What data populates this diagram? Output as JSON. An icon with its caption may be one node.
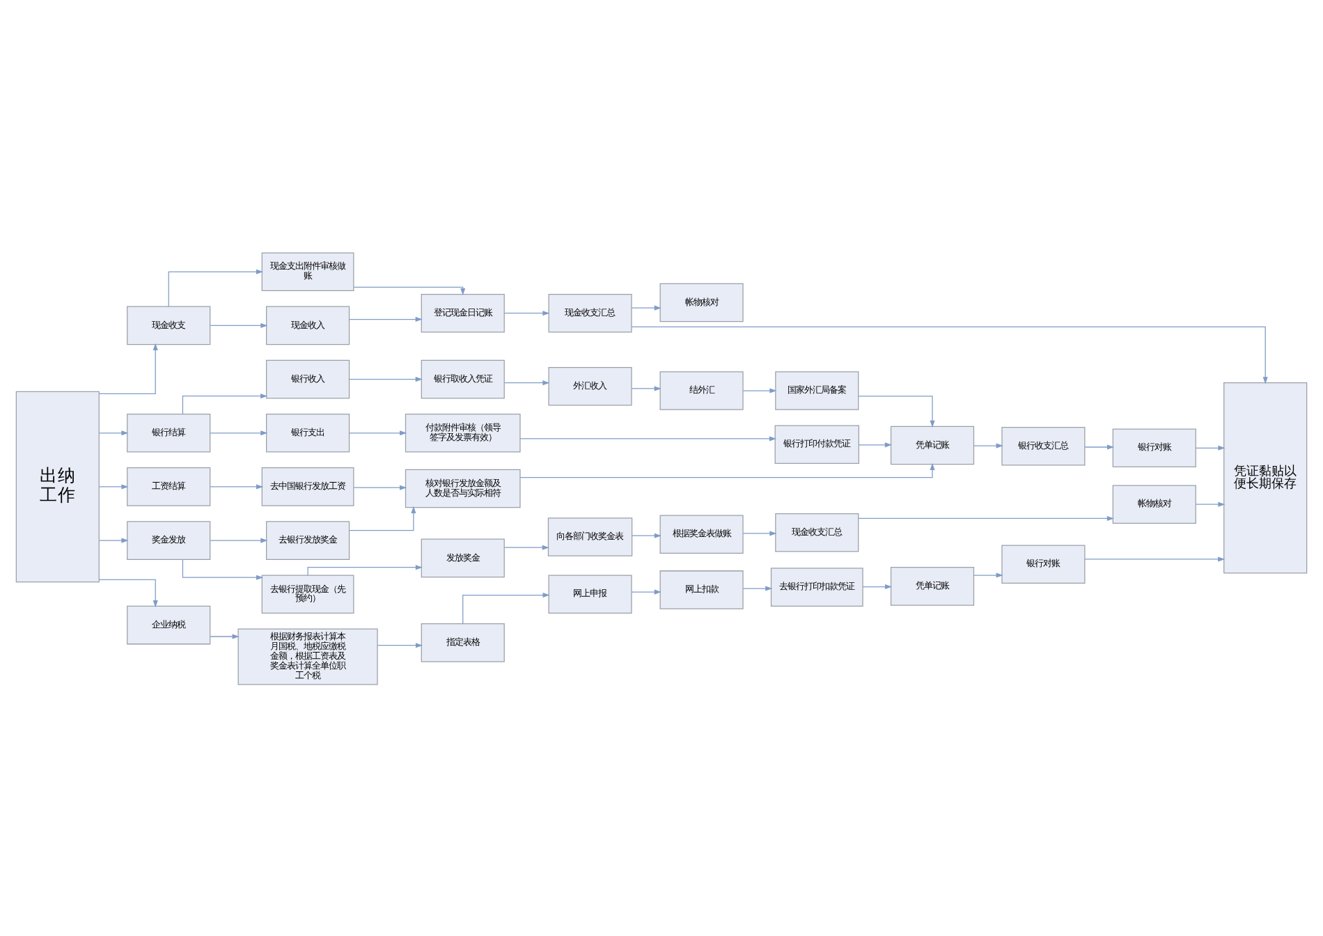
{
  "diagram": {
    "nodes": [
      {
        "text": [
          "出纳工作"
        ]
      },
      {
        "text": [
          "现金收支"
        ]
      },
      {
        "text": [
          "现金支出附件审核做账"
        ]
      },
      {
        "text": [
          "现金收入"
        ]
      },
      {
        "text": [
          "登记现金日记账"
        ]
      },
      {
        "text": [
          "现金收支汇总"
        ]
      },
      {
        "text": [
          "帐物核对"
        ]
      },
      {
        "text": [
          "银行结算"
        ]
      },
      {
        "text": [
          "银行收入"
        ]
      },
      {
        "text": [
          "银行取收入凭证"
        ]
      },
      {
        "text": [
          "外汇收入"
        ]
      },
      {
        "text": [
          "结外汇"
        ]
      },
      {
        "text": [
          "国家外汇局备案"
        ]
      },
      {
        "text": [
          "银行支出"
        ]
      },
      {
        "text": [
          "付款附件审核（领导签字及发票有效）"
        ]
      },
      {
        "text": [
          "银行打印付款凭证"
        ]
      },
      {
        "text": [
          "凭单记账"
        ]
      },
      {
        "text": [
          "银行收支汇总"
        ]
      },
      {
        "text": [
          "银行对账"
        ]
      },
      {
        "text": [
          "凭证黏贴以便长期保存"
        ]
      },
      {
        "text": [
          "工资结算"
        ]
      },
      {
        "text": [
          "去中国银行发放工资"
        ]
      },
      {
        "text": [
          "核对银行发放金额及人数是否与实际相符"
        ]
      },
      {
        "text": [
          "奖金发放"
        ]
      },
      {
        "text": [
          "去银行发放奖金"
        ]
      },
      {
        "text": [
          "去银行提取现金（先预约）"
        ]
      },
      {
        "text": [
          "发放奖金"
        ]
      },
      {
        "text": [
          "向各部门收奖金表"
        ]
      },
      {
        "text": [
          "根据奖金表做账"
        ]
      },
      {
        "text": [
          "现金收支汇总"
        ]
      },
      {
        "text": [
          "帐物核对"
        ]
      },
      {
        "text": [
          "企业纳税"
        ]
      },
      {
        "text": [
          "根据财务报表计算本月国税、地税应缴税金额，根据工资表及奖金表计算全单位职工个税"
        ]
      },
      {
        "text": [
          "指定表格"
        ]
      },
      {
        "text": [
          "网上申报"
        ]
      },
      {
        "text": [
          "网上扣款"
        ]
      },
      {
        "text": [
          "去银行打印扣款凭证"
        ]
      },
      {
        "text": [
          "凭单记账"
        ]
      },
      {
        "text": [
          "银行对账"
        ]
      }
    ],
    "edges": [
      {
        "from": 0,
        "to": 1,
        "arrow": "to"
      },
      {
        "from": 0,
        "to": 7,
        "arrow": "to"
      },
      {
        "from": 0,
        "to": 20,
        "arrow": "to"
      },
      {
        "from": 0,
        "to": 23,
        "arrow": "to"
      },
      {
        "from": 0,
        "to": 31,
        "arrow": "to"
      },
      {
        "from": 1,
        "to": 2,
        "arrow": "to"
      },
      {
        "from": 1,
        "to": 3,
        "arrow": "to"
      },
      {
        "from": 2,
        "to": 4,
        "arrow": "to"
      },
      {
        "from": 3,
        "to": 4,
        "arrow": "to"
      },
      {
        "from": 4,
        "to": 5,
        "arrow": "to"
      },
      {
        "from": 5,
        "to": 6,
        "arrow": "to"
      },
      {
        "from": 5,
        "to": 19,
        "arrow": "to"
      },
      {
        "from": 7,
        "to": 8,
        "arrow": "to"
      },
      {
        "from": 7,
        "to": 13,
        "arrow": "to"
      },
      {
        "from": 8,
        "to": 9,
        "arrow": "to"
      },
      {
        "from": 9,
        "to": 10,
        "arrow": "to"
      },
      {
        "from": 10,
        "to": 11,
        "arrow": "to"
      },
      {
        "from": 11,
        "to": 12,
        "arrow": "to"
      },
      {
        "from": 12,
        "to": 16,
        "arrow": "to"
      },
      {
        "from": 13,
        "to": 14,
        "arrow": "to"
      },
      {
        "from": 14,
        "to": 15,
        "arrow": "to"
      },
      {
        "from": 15,
        "to": 16,
        "arrow": "to"
      },
      {
        "from": 16,
        "to": 17,
        "arrow": "to"
      },
      {
        "from": 17,
        "to": 18,
        "arrow": "to"
      },
      {
        "from": 18,
        "to": 19,
        "arrow": "to"
      },
      {
        "from": 20,
        "to": 21,
        "arrow": "to"
      },
      {
        "from": 21,
        "to": 22,
        "arrow": "to"
      },
      {
        "from": 22,
        "to": 16,
        "arrow": "to"
      },
      {
        "from": 23,
        "to": 24,
        "arrow": "to"
      },
      {
        "from": 23,
        "to": 25,
        "arrow": "to"
      },
      {
        "from": 24,
        "to": 22,
        "arrow": "to"
      },
      {
        "from": 25,
        "to": 26,
        "arrow": "to"
      },
      {
        "from": 26,
        "to": 27,
        "arrow": "to"
      },
      {
        "from": 27,
        "to": 28,
        "arrow": "to"
      },
      {
        "from": 28,
        "to": 29,
        "arrow": "to"
      },
      {
        "from": 29,
        "to": 30,
        "arrow": "to"
      },
      {
        "from": 30,
        "to": 19,
        "arrow": "to"
      },
      {
        "from": 31,
        "to": 32,
        "arrow": "to"
      },
      {
        "from": 32,
        "to": 33,
        "arrow": "to"
      },
      {
        "from": 33,
        "to": 34,
        "arrow": "to"
      },
      {
        "from": 34,
        "to": 35,
        "arrow": "to"
      },
      {
        "from": 35,
        "to": 36,
        "arrow": "to"
      },
      {
        "from": 36,
        "to": 37,
        "arrow": "to"
      },
      {
        "from": 37,
        "to": 38,
        "arrow": "to"
      },
      {
        "from": 38,
        "to": 19,
        "arrow": "to"
      }
    ]
  }
}
